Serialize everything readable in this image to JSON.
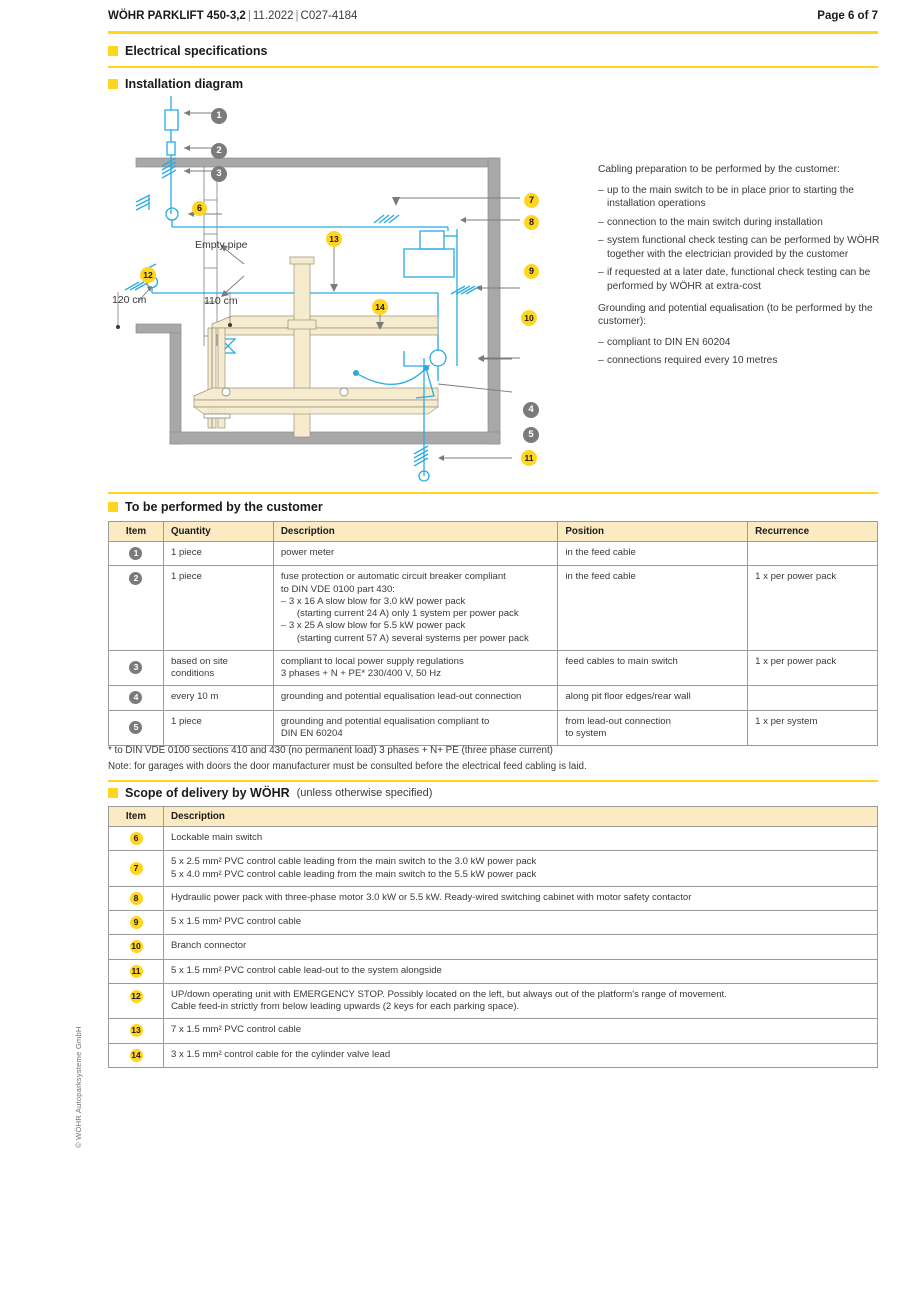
{
  "header": {
    "model": "WÖHR PARKLIFT 450-3,2",
    "date": "11.2022",
    "code": "C027-4184",
    "separator": "|",
    "page": "Page 6 of 7"
  },
  "sections": {
    "electrical_specifications": "Electrical specifications",
    "installation_diagram": "Installation diagram",
    "customer_table_title": "To be performed by the customer",
    "scope_title": "Scope of delivery by WÖHR",
    "scope_subtitle": "(unless otherwise specified)"
  },
  "notes": {
    "cabling_heading": "Cabling preparation to be performed by the customer:",
    "cabling_items": [
      "up to the main switch to be in place prior to starting the installation operations",
      "connection to the main switch during installation",
      "system functional check testing can be performed by WÖHR together with the electrician provided by the customer",
      "if requested at a later date, functional check testing can be performed by WÖHR at extra-cost"
    ],
    "grounding_heading": "Grounding and potential equalisation (to be performed by the customer):",
    "grounding_items": [
      "compliant to DIN EN 60204",
      "connections required every 10 metres"
    ]
  },
  "diagram": {
    "label_empty_pipe": "Empty pipe",
    "dim_left": "120 cm",
    "dim_mid": "110 cm",
    "callouts_grey": [
      "1",
      "2",
      "3",
      "4",
      "5"
    ],
    "callouts_yellow": [
      "6",
      "7",
      "8",
      "9",
      "10",
      "11",
      "12",
      "13",
      "14"
    ]
  },
  "customer_table": {
    "columns": [
      "Item",
      "Quantity",
      "Description",
      "Position",
      "Recurrence"
    ],
    "rows": [
      {
        "item": "1",
        "quantity": "1 piece",
        "description_lines": [
          "power meter"
        ],
        "position": "in the feed cable",
        "recurrence": ""
      },
      {
        "item": "2",
        "quantity": "1 piece",
        "description_lines": [
          "fuse protection or automatic circuit breaker compliant",
          "to DIN VDE 0100 part 430:"
        ],
        "description_list": [
          "3 x 16 A slow blow for 3.0 kW power pack",
          "(starting current 24 A) only 1 system per power pack",
          "3 x 25 A slow blow for 5.5 kW power pack",
          "(starting current 57 A) several systems per power pack"
        ],
        "position": "in the feed cable",
        "recurrence": "1 x per power pack"
      },
      {
        "item": "3",
        "quantity": "based on site conditions",
        "description_lines": [
          "compliant to local power supply regulations",
          "3 phases + N + PE* 230/400 V, 50 Hz"
        ],
        "position": "feed cables to main switch",
        "recurrence": "1 x per power pack"
      },
      {
        "item": "4",
        "quantity": "every 10 m",
        "description_lines": [
          "grounding and potential equalisation lead-out connection"
        ],
        "position": "along pit floor edges/rear wall",
        "recurrence": ""
      },
      {
        "item": "5",
        "quantity": "1 piece",
        "description_lines": [
          "grounding and potential equalisation compliant to",
          "DIN EN 60204"
        ],
        "position_lines": [
          "from lead-out connection",
          "to system"
        ],
        "recurrence": "1 x per system"
      }
    ]
  },
  "footnotes": {
    "asterisk": "* to DIN VDE 0100 sections 410 and 430 (no permanent load) 3 phases + N+ PE (three phase current)",
    "note": "Note: for garages with doors the door manufacturer must be consulted before the electrical feed cabling is laid."
  },
  "scope_table": {
    "columns": [
      "Item",
      "Description"
    ],
    "rows": [
      {
        "item": "6",
        "description_lines": [
          "Lockable main switch"
        ]
      },
      {
        "item": "7",
        "description_lines": [
          "5 x 2.5 mm² PVC control cable leading from the main switch to the 3.0 kW power pack",
          "5 x 4.0 mm² PVC control cable leading from the main switch to the 5.5 kW power pack"
        ]
      },
      {
        "item": "8",
        "description_lines": [
          "Hydraulic power pack with three-phase motor 3.0 kW or 5.5 kW. Ready-wired switching cabinet with motor safety contactor"
        ]
      },
      {
        "item": "9",
        "description_lines": [
          "5 x 1.5 mm² PVC control cable"
        ]
      },
      {
        "item": "10",
        "description_lines": [
          "Branch connector"
        ]
      },
      {
        "item": "11",
        "description_lines": [
          "5 x 1.5 mm² PVC control cable lead-out to the system alongside"
        ]
      },
      {
        "item": "12",
        "description_lines": [
          "UP/down operating unit with EMERGENCY STOP. Possibly located on the left, but always out of the platform's range of movement.",
          "Cable feed-in strictly from below leading upwards (2 keys for each parking space)."
        ]
      },
      {
        "item": "13",
        "description_lines": [
          "7 x 1.5 mm² PVC control cable"
        ]
      },
      {
        "item": "14",
        "description_lines": [
          "3 x 1.5 mm² control cable for the cylinder valve lead"
        ]
      }
    ]
  },
  "footer": {
    "copyright": "© WÖHR Autoparksysteme GmbH"
  },
  "colors": {
    "accent_yellow": "#FFD520",
    "table_header": "#FBEAC2",
    "cable_blue": "#29ABE2",
    "concrete_grey": "#A8A8A8",
    "platform_beige": "#F5EBCF",
    "badge_grey": "#7B7B7B"
  }
}
